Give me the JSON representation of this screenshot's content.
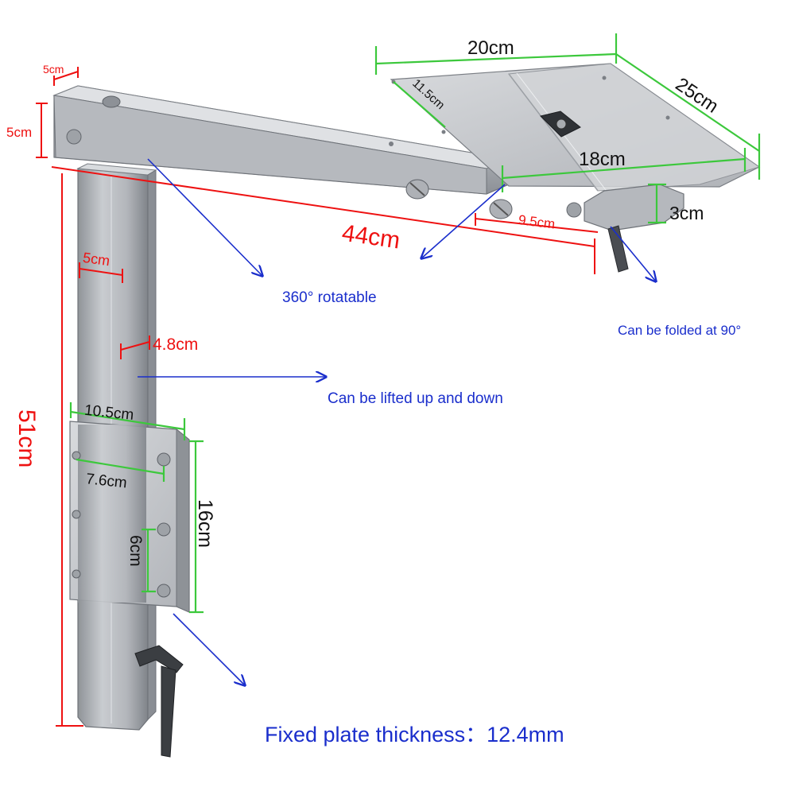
{
  "dimensions": {
    "top_width_small": "5cm",
    "top_height": "5cm",
    "arm_length": "44cm",
    "post_width": "5cm",
    "post_inner": "4.8cm",
    "post_height": "51cm",
    "plate_width": "10.5cm",
    "plate_hole_spacing_h": "7.6cm",
    "plate_height": "16cm",
    "plate_hole_spacing_v": "6cm",
    "tray_width": "20cm",
    "tray_depth": "25cm",
    "tray_slot": "11.5cm",
    "rail_length": "18cm",
    "rail_height": "3cm",
    "rail_offset": "9.5cm"
  },
  "notes": {
    "rotatable": "360° rotatable",
    "foldable": "Can be folded at 90°",
    "liftable": "Can be lifted up and down",
    "thickness": "Fixed plate thickness：12.4mm"
  },
  "colors": {
    "red_dimension": "#ee1111",
    "green_dimension": "#3cc83c",
    "blue_annotation": "#1a2ecc",
    "metal": "#b9bcc1"
  }
}
